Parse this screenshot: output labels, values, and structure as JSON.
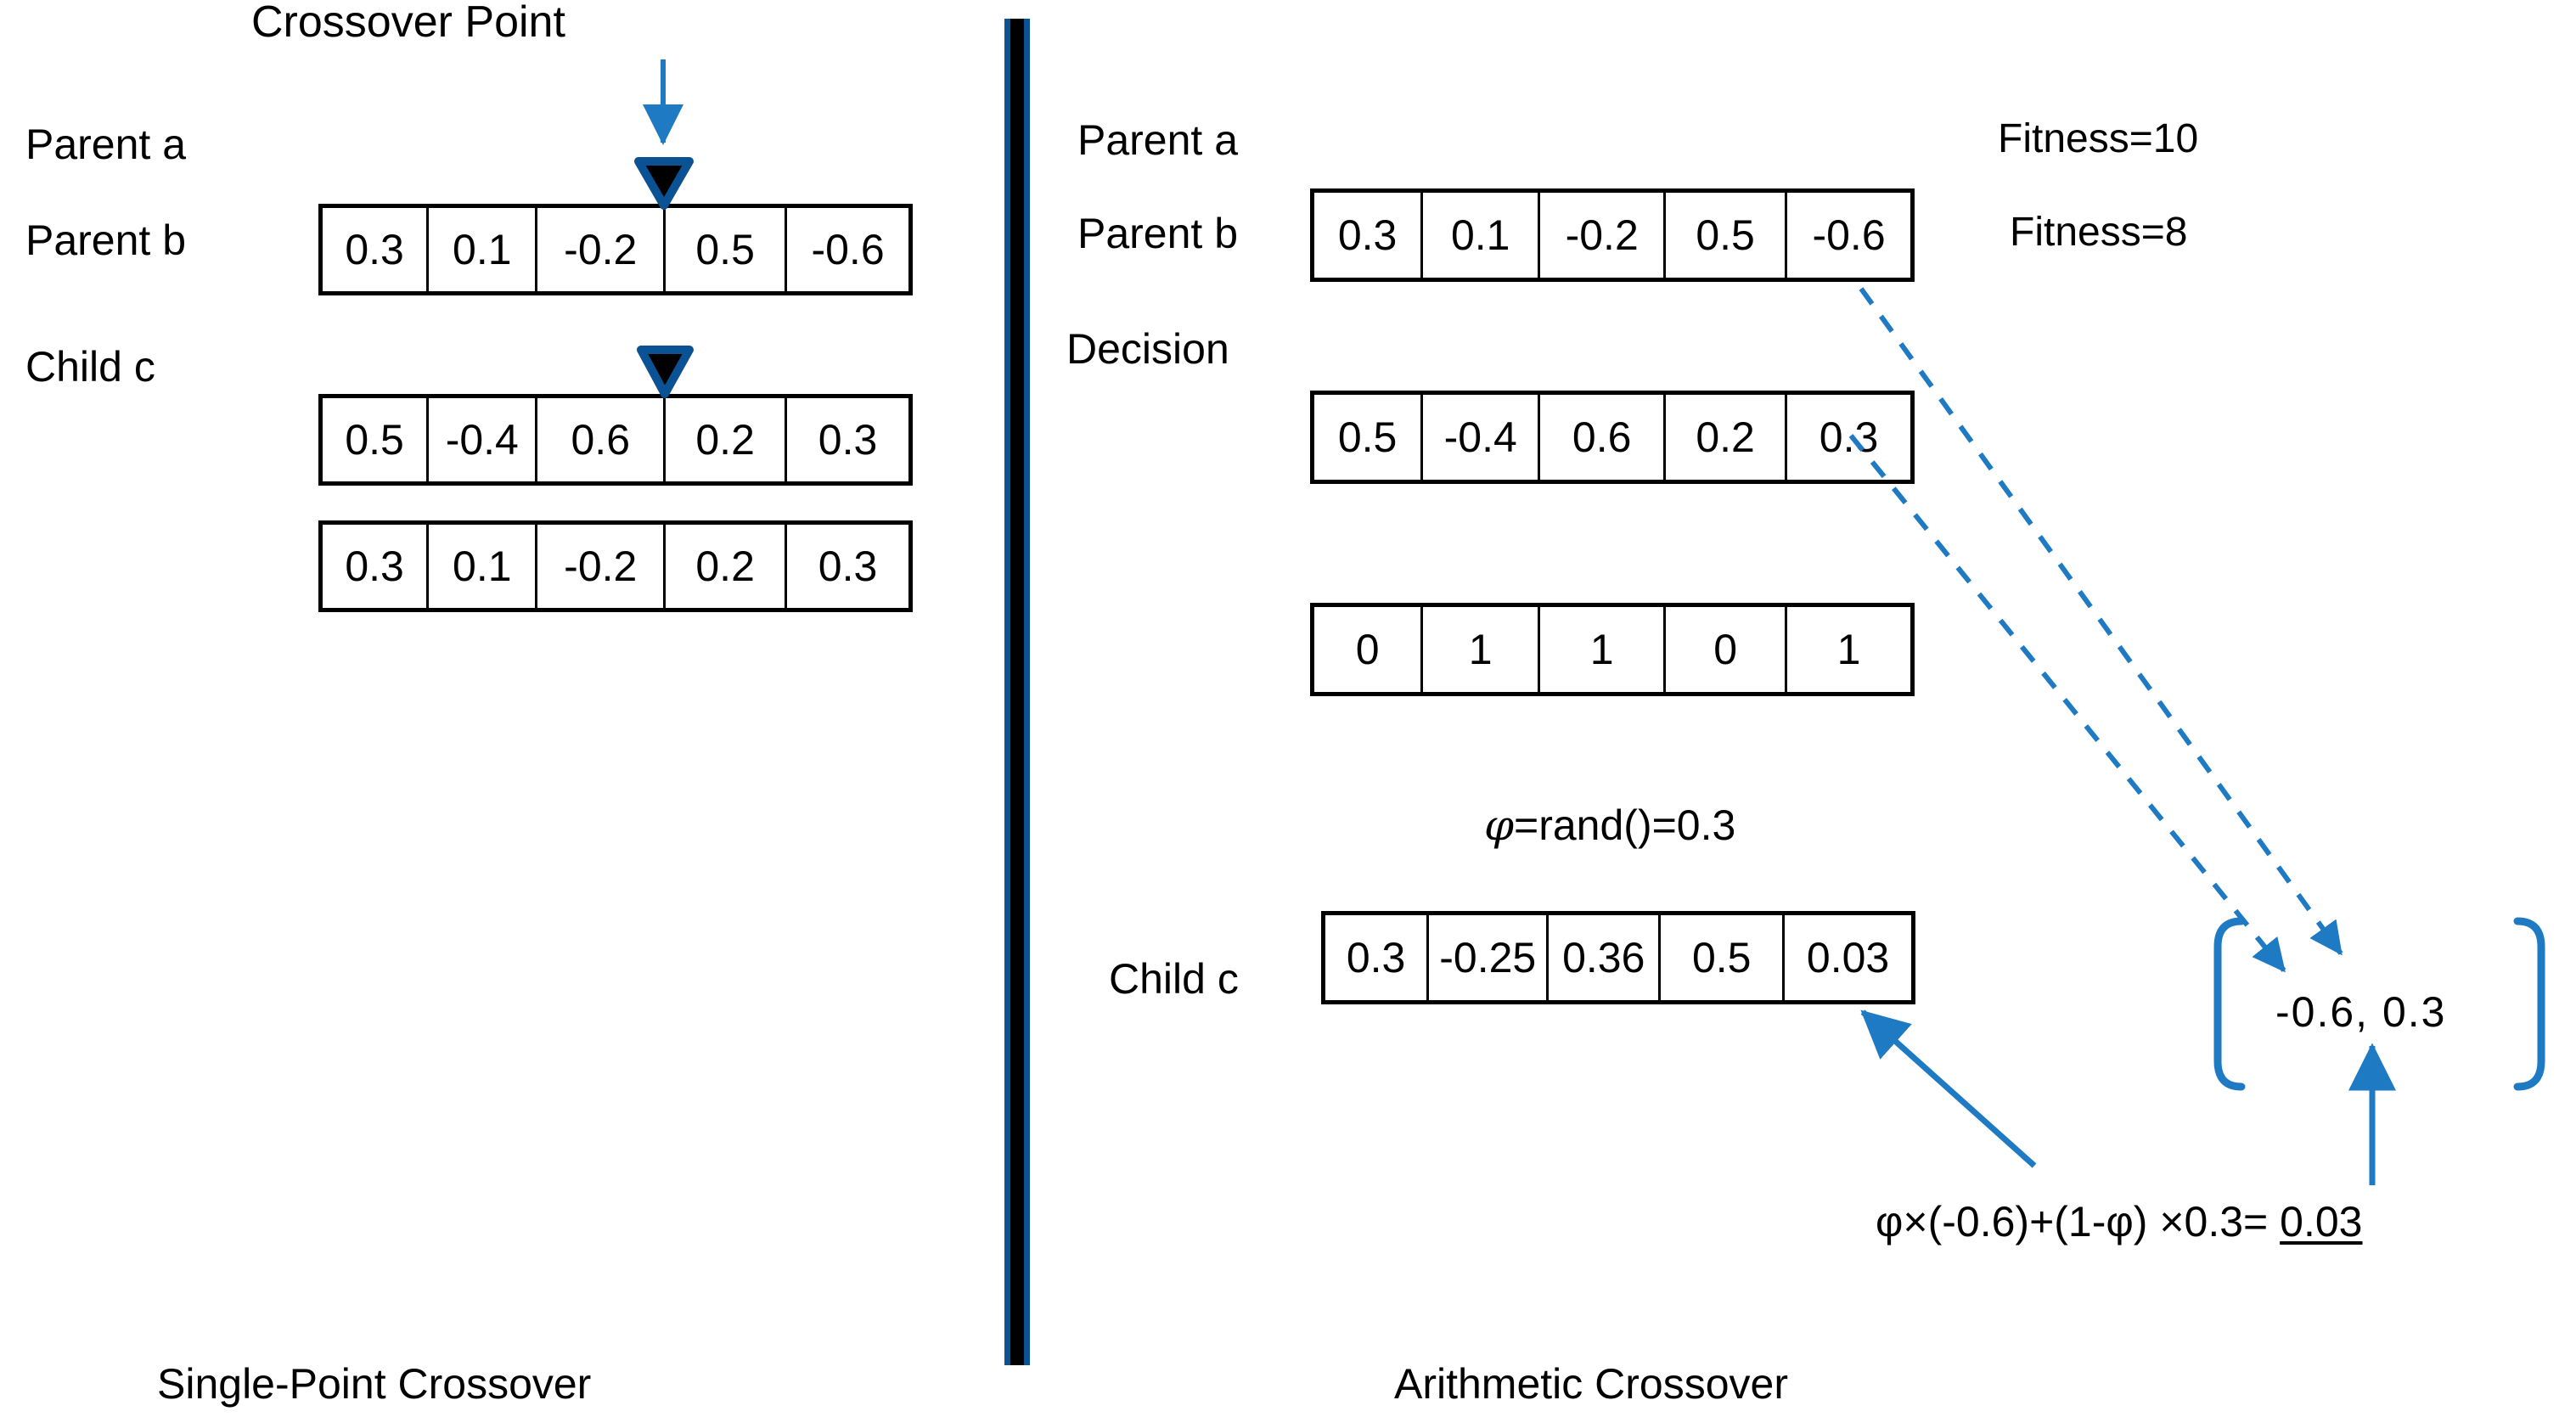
{
  "colors": {
    "accent_blue": "#1F7AC4",
    "divider_blue": "#0A5293",
    "marker_black": "#000000",
    "background": "#FFFFFF"
  },
  "left_panel": {
    "caption": "Single-Point Crossover",
    "crossover_label": "Crossover Point",
    "rows": [
      {
        "label": "Parent a",
        "values": [
          "0.3",
          "0.1",
          "-0.2",
          "0.5",
          "-0.6"
        ]
      },
      {
        "label": "Parent b",
        "values": [
          "0.5",
          "-0.4",
          "0.6",
          "0.2",
          "0.3"
        ]
      },
      {
        "label": "Child c",
        "values": [
          "0.3",
          "0.1",
          "-0.2",
          "0.2",
          "0.3"
        ]
      }
    ]
  },
  "right_panel": {
    "caption": "Arithmetic Crossover",
    "rows": [
      {
        "label": "Parent a",
        "values": [
          "0.3",
          "0.1",
          "-0.2",
          "0.5",
          "-0.6"
        ],
        "fitness": "Fitness=10"
      },
      {
        "label": "Parent b",
        "values": [
          "0.5",
          "-0.4",
          "0.6",
          "0.2",
          "0.3"
        ],
        "fitness": "Fitness=8"
      },
      {
        "label": "Decision",
        "values": [
          "0",
          "1",
          "1",
          "0",
          "1"
        ],
        "fitness": ""
      },
      {
        "label": "Child c",
        "values": [
          "0.3",
          "-0.25",
          "0.36",
          "0.5",
          "0.03"
        ],
        "fitness": ""
      }
    ],
    "phi_prefix": "φ",
    "phi_expression": "=rand()=0.3",
    "bracket_values": "-0.6,   0.3",
    "formula_main": "φ×(-0.6)+(1-φ) ×0.3= ",
    "formula_result": "0.03"
  }
}
